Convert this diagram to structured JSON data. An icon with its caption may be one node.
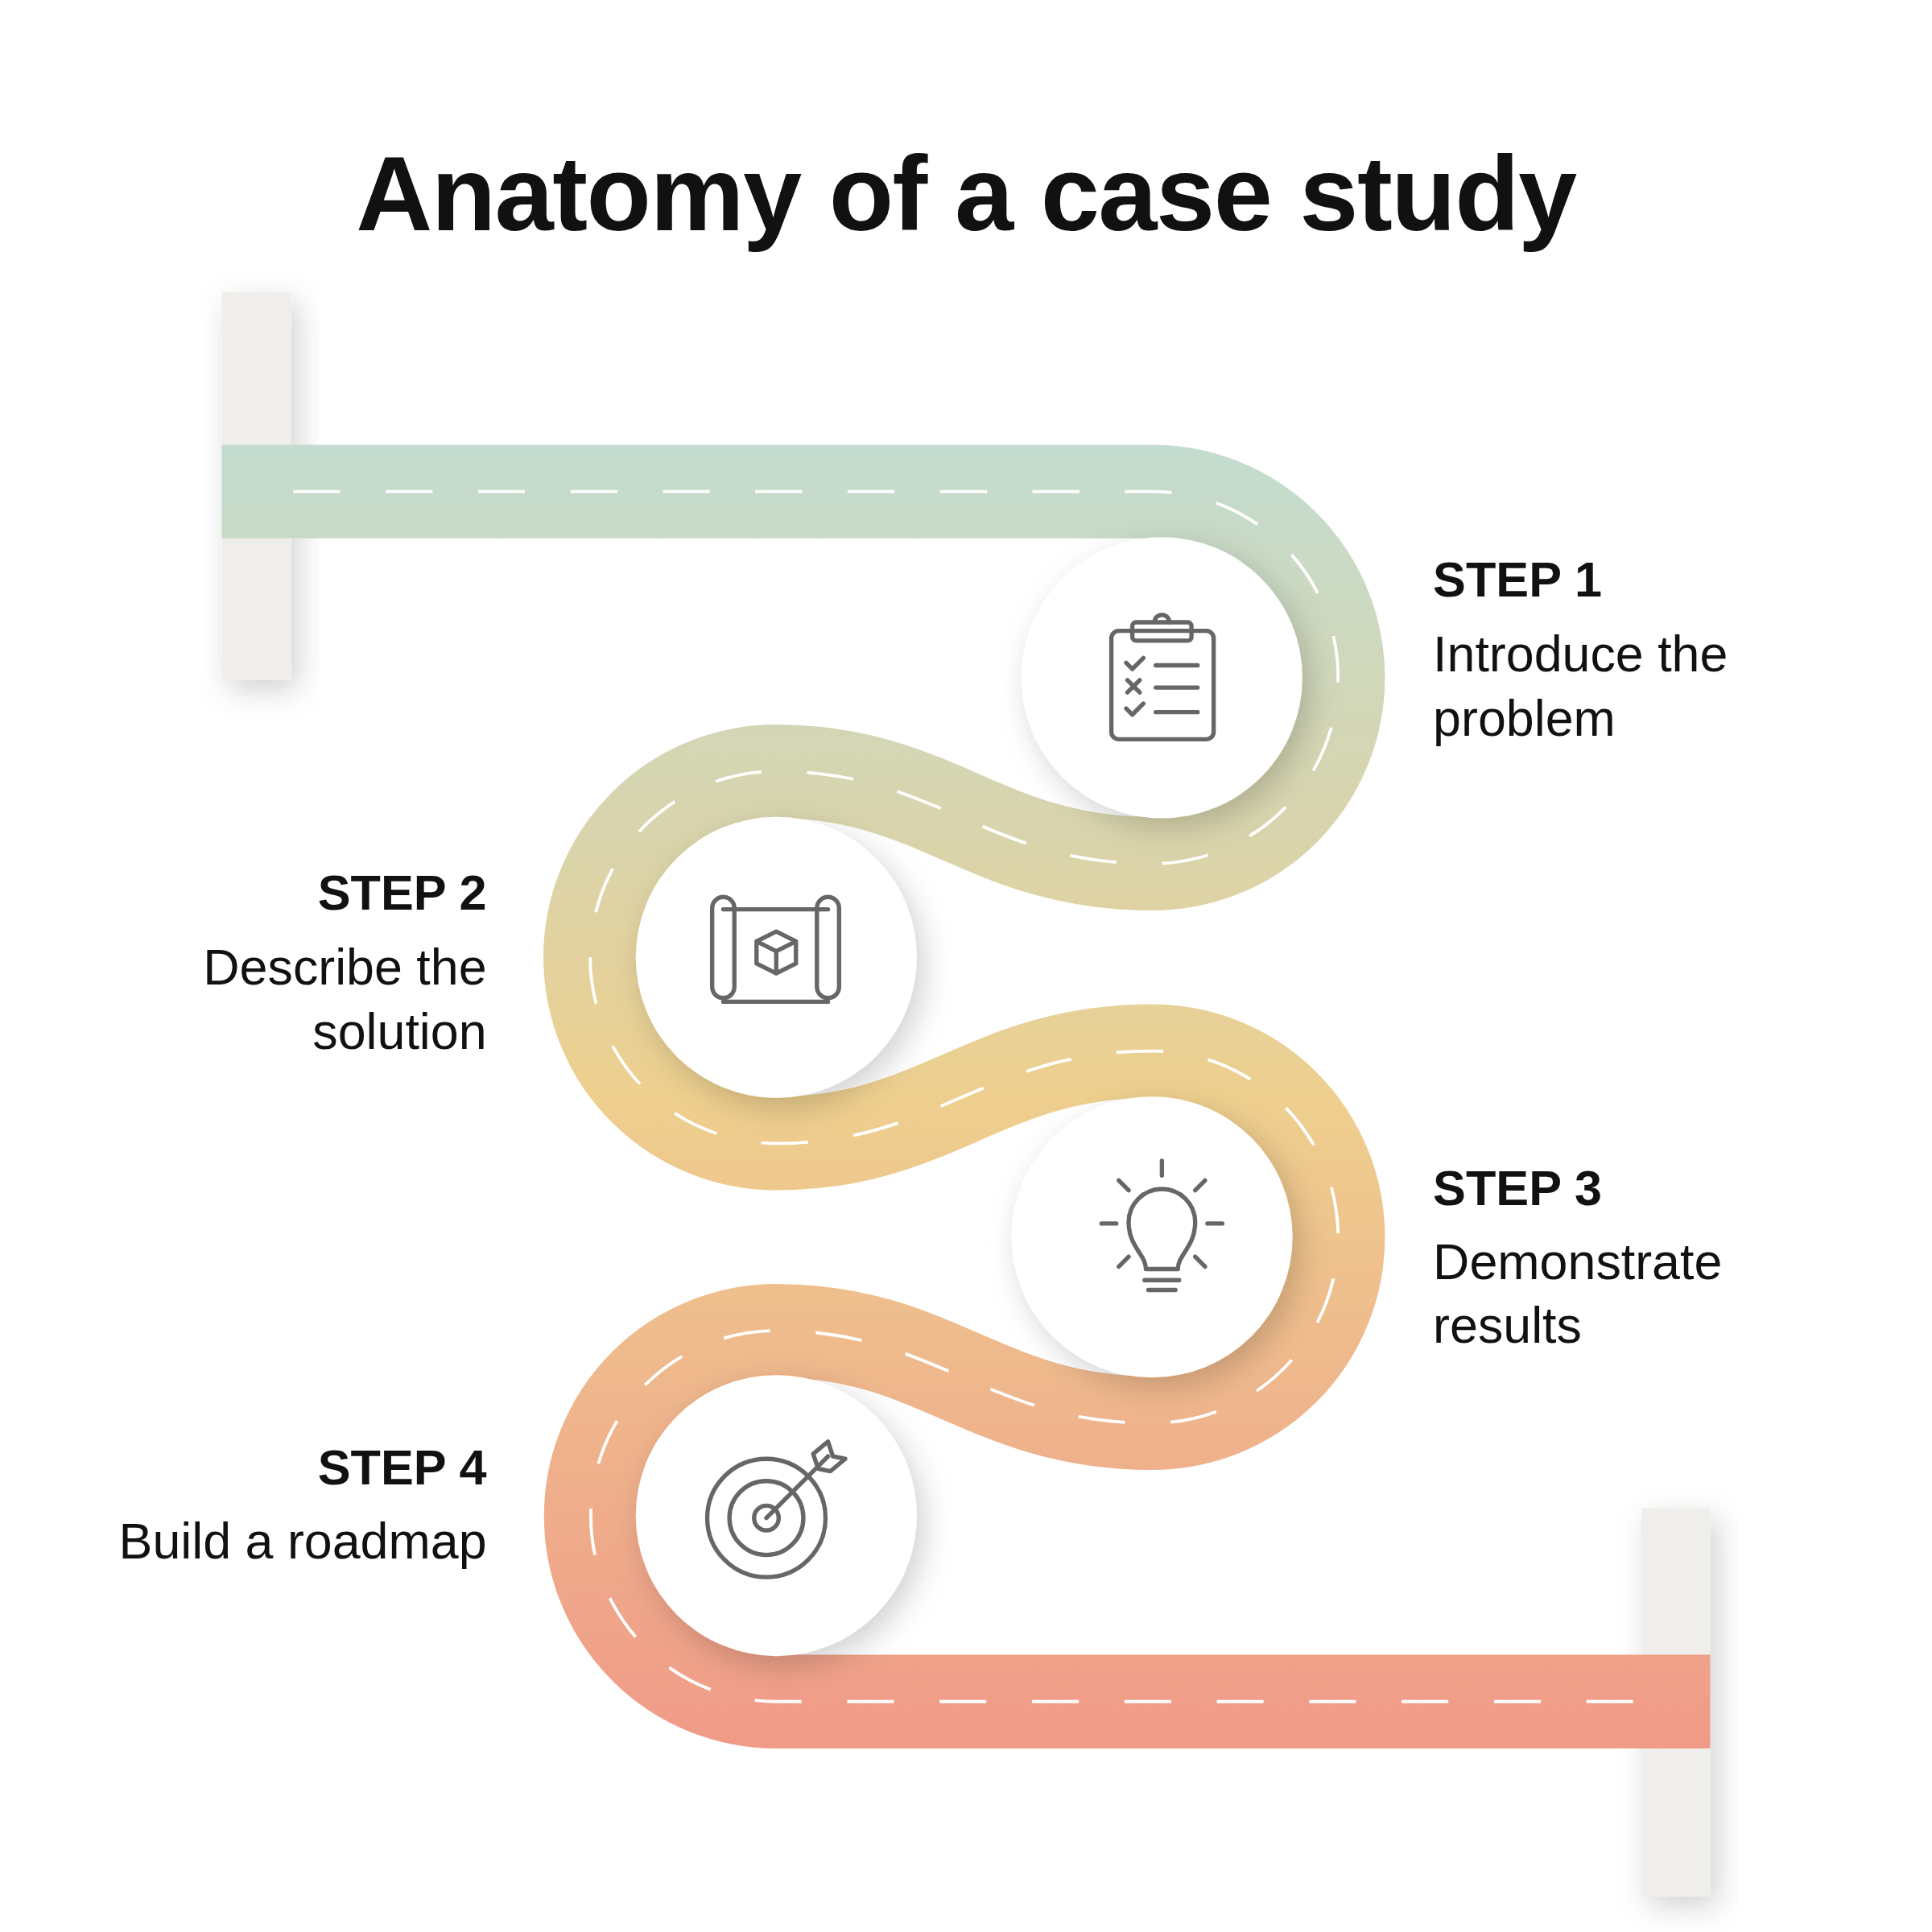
{
  "diagram": {
    "title": "Anatomy of a case study",
    "nodes": [
      {
        "text": [],
        "shape": "circle",
        "beside": [
          "STEP 1",
          "Introduce the problem"
        ]
      },
      {
        "text": [],
        "shape": "circle",
        "beside": [
          "STEP 2",
          "Describe the solution"
        ]
      },
      {
        "text": [],
        "shape": "circle",
        "beside": [
          "STEP 3",
          "Demonstrate results"
        ]
      },
      {
        "text": [],
        "shape": "circle",
        "beside": [
          "STEP 4",
          "Build a roadmap"
        ]
      }
    ]
  }
}
